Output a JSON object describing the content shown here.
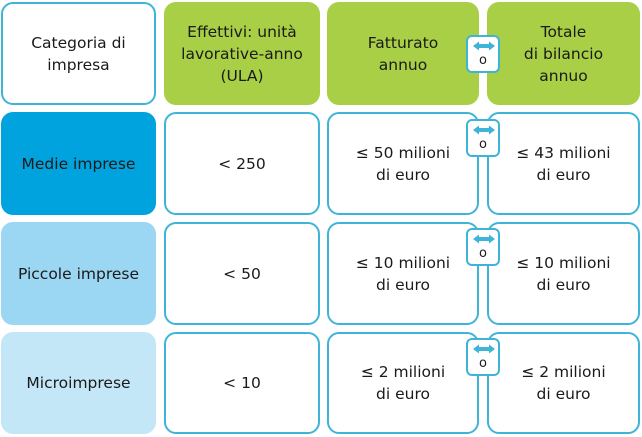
{
  "header": {
    "category": "Categoria di\nimpresa",
    "employees": "Effettivi: unità\nlavorative-anno\n(ULA)",
    "turnover": "Fatturato\nannuo",
    "balance": "Totale\ndi bilancio\nannuo"
  },
  "connector_label": "o",
  "rows": [
    {
      "category": "Medie imprese",
      "employees": "< 250",
      "turnover": "≤ 50 milioni\ndi euro",
      "balance": "≤ 43 milioni\ndi euro"
    },
    {
      "category": "Piccole imprese",
      "employees": "< 50",
      "turnover": "≤ 10 milioni\ndi euro",
      "balance": "≤ 10 milioni\ndi euro"
    },
    {
      "category": "Microimprese",
      "employees": "< 10",
      "turnover": "≤ 2 milioni\ndi euro",
      "balance": "≤ 2 milioni\ndi euro"
    }
  ],
  "colors": {
    "border": "#3fb4d9",
    "header_green": "#a8cf45",
    "medie": "#00a3dd",
    "piccole": "#9bd6f2",
    "micro": "#c4e7f8"
  },
  "icons": {
    "connector": "double-arrow-horizontal-icon"
  }
}
